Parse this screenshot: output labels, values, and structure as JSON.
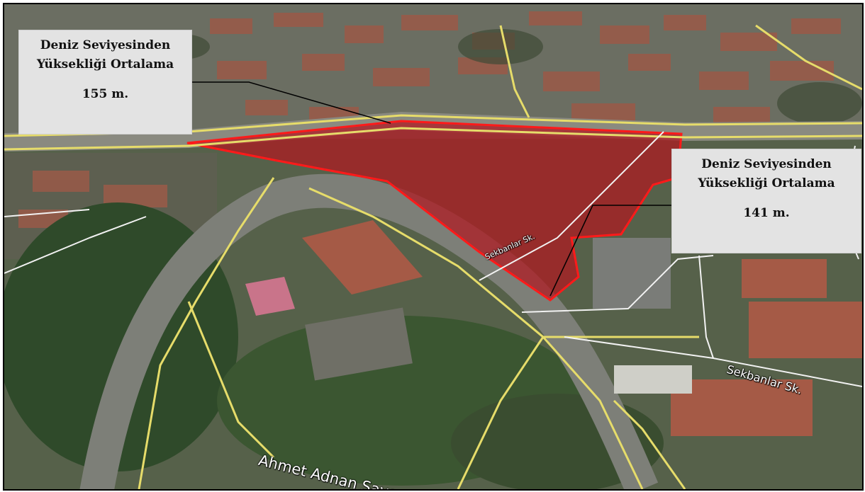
{
  "callouts": {
    "left": {
      "line1": "Deniz Seviyesinden",
      "line2": "Yüksekliği Ortalama",
      "value": "155 m."
    },
    "right": {
      "line1": "Deniz Seviyesinden",
      "line2": "Yüksekliği Ortalama",
      "value": "141 m."
    }
  },
  "road_labels": {
    "main": "Ahmet Adnan Saygun Cd",
    "sekbanlar": "Sekbanlar Sk.",
    "small": "Sekbanlar Sk."
  },
  "colors": {
    "parcel_fill": "#b01820",
    "parcel_outline": "#ff1a1a",
    "road_major": "#e6dc6a",
    "road_minor": "#ffffff",
    "callout_bg": "#e3e3e3"
  }
}
